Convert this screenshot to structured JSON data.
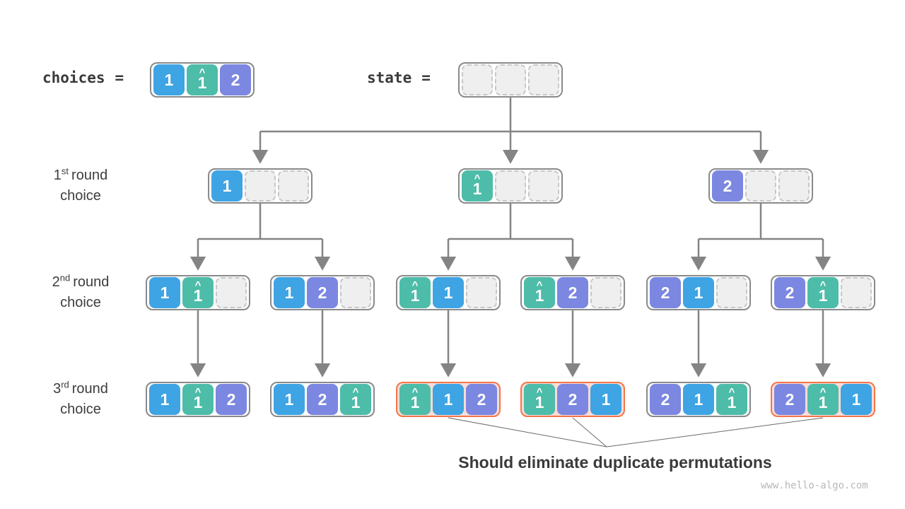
{
  "legend": {
    "choices_label": "choices",
    "equals": "=",
    "state_label": "state",
    "choices_cells": [
      "1",
      "1^",
      "2"
    ],
    "state_cells": [
      "",
      "",
      ""
    ]
  },
  "rows": [
    {
      "label": {
        "num": "1",
        "sup": "st",
        "rest": "round",
        "line2": "choice"
      },
      "nodes": [
        {
          "cells": [
            "1",
            "",
            ""
          ]
        },
        {
          "cells": [
            "1^",
            "",
            ""
          ]
        },
        {
          "cells": [
            "2",
            "",
            ""
          ]
        }
      ]
    },
    {
      "label": {
        "num": "2",
        "sup": "nd",
        "rest": "round",
        "line2": "choice"
      },
      "nodes": [
        {
          "cells": [
            "1",
            "1^",
            ""
          ]
        },
        {
          "cells": [
            "1",
            "2",
            ""
          ]
        },
        {
          "cells": [
            "1^",
            "1",
            ""
          ]
        },
        {
          "cells": [
            "1^",
            "2",
            ""
          ]
        },
        {
          "cells": [
            "2",
            "1",
            ""
          ]
        },
        {
          "cells": [
            "2",
            "1^",
            ""
          ]
        }
      ]
    },
    {
      "label": {
        "num": "3",
        "sup": "rd",
        "rest": "round",
        "line2": "choice"
      },
      "nodes": [
        {
          "cells": [
            "1",
            "1^",
            "2"
          ],
          "duplicate": false
        },
        {
          "cells": [
            "1",
            "2",
            "1^"
          ],
          "duplicate": false
        },
        {
          "cells": [
            "1^",
            "1",
            "2"
          ],
          "duplicate": true
        },
        {
          "cells": [
            "1^",
            "2",
            "1"
          ],
          "duplicate": true
        },
        {
          "cells": [
            "2",
            "1",
            "1^"
          ],
          "duplicate": false
        },
        {
          "cells": [
            "2",
            "1^",
            "1"
          ],
          "duplicate": true
        }
      ]
    }
  ],
  "caption": "Should eliminate duplicate permutations",
  "watermark": "www.hello-algo.com",
  "colors": {
    "cell_blue": "#3ea4e4",
    "cell_teal": "#4dbca9",
    "cell_purple": "#7b87e0",
    "cell_empty": "#efefef",
    "node_border": "#8a8a8a",
    "duplicate_border": "#f2764a",
    "duplicate_fill": "#fadbd5",
    "arrow": "#848484",
    "annotation_line": "#6b6b6b",
    "text": "#3a3a3a"
  }
}
